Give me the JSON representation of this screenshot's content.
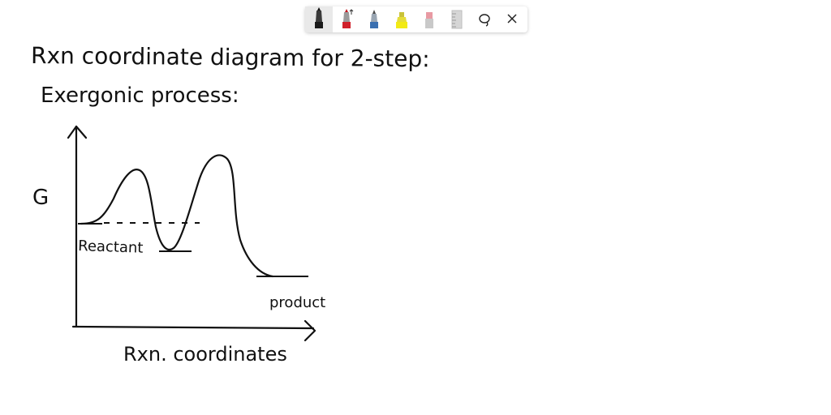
{
  "toolbar": {
    "tools": [
      {
        "name": "pen-tool",
        "icon": "black-marker-icon",
        "color": "#1a1a1a",
        "active": true
      },
      {
        "name": "red-pen-tool",
        "icon": "red-marker-icon",
        "color": "#d0202a"
      },
      {
        "name": "blue-pen-tool",
        "icon": "blue-pen-icon",
        "color": "#3a6fb0"
      },
      {
        "name": "highlighter-tool",
        "icon": "yellow-highlighter-icon",
        "color": "#f2ea14"
      },
      {
        "name": "eraser-tool",
        "icon": "eraser-icon",
        "color": "#e89aa3"
      },
      {
        "name": "ruler-tool",
        "icon": "ruler-icon",
        "color": "#c8c8c8"
      },
      {
        "name": "lasso-tool",
        "icon": "lasso-icon"
      },
      {
        "name": "close-tool",
        "icon": "close-icon"
      }
    ]
  },
  "notes": {
    "heading": "Rxn coordinate diagram for 2-step:",
    "subheading": "Exergonic process:"
  },
  "diagram": {
    "y_label": "G",
    "x_label": "Rxn. coordinates",
    "reactant_label": "Reactant",
    "product_label": "product",
    "curve": {
      "reactant_level": "high",
      "first_peak": "lower",
      "intermediate": "slightly below reactant",
      "second_peak": "higher",
      "product_level": "lowest"
    }
  }
}
